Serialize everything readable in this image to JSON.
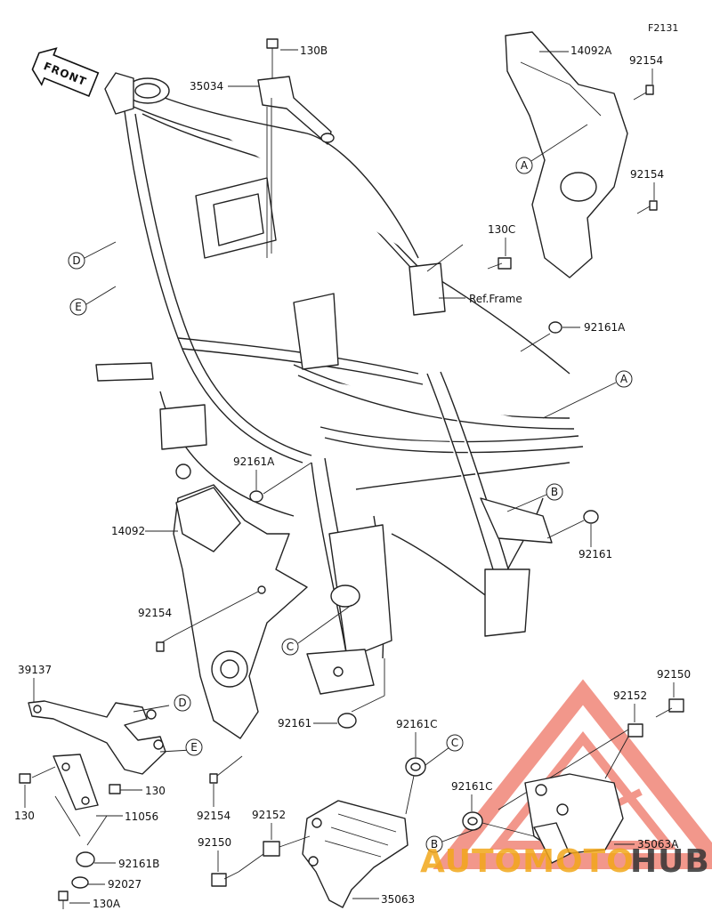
{
  "figure_code": "F2131",
  "front_arrow_label": "FRONT",
  "ref_frame_label": "Ref.Frame",
  "part_labels": [
    {
      "id": "130B",
      "text": "130B"
    },
    {
      "id": "35034",
      "text": "35034"
    },
    {
      "id": "14092A",
      "text": "14092A"
    },
    {
      "id": "92154-a",
      "text": "92154"
    },
    {
      "id": "92154-b",
      "text": "92154"
    },
    {
      "id": "130C",
      "text": "130C"
    },
    {
      "id": "92161A-a",
      "text": "92161A"
    },
    {
      "id": "92161A-b",
      "text": "92161A"
    },
    {
      "id": "14092",
      "text": "14092"
    },
    {
      "id": "92161-a",
      "text": "92161"
    },
    {
      "id": "92154-c",
      "text": "92154"
    },
    {
      "id": "39137",
      "text": "39137"
    },
    {
      "id": "92161-b",
      "text": "92161"
    },
    {
      "id": "92161C-a",
      "text": "92161C"
    },
    {
      "id": "92150-a",
      "text": "92150"
    },
    {
      "id": "92152-a",
      "text": "92152"
    },
    {
      "id": "130-a",
      "text": "130"
    },
    {
      "id": "130-b",
      "text": "130"
    },
    {
      "id": "11056",
      "text": "11056"
    },
    {
      "id": "92154-d",
      "text": "92154"
    },
    {
      "id": "92152-b",
      "text": "92152"
    },
    {
      "id": "92161C-b",
      "text": "92161C"
    },
    {
      "id": "35063A",
      "text": "35063A"
    },
    {
      "id": "92161B",
      "text": "92161B"
    },
    {
      "id": "92027",
      "text": "92027"
    },
    {
      "id": "92150-b",
      "text": "92150"
    },
    {
      "id": "130A",
      "text": "130A"
    },
    {
      "id": "35063",
      "text": "35063"
    }
  ],
  "callouts": [
    {
      "id": "A1",
      "letter": "A"
    },
    {
      "id": "A2",
      "letter": "A"
    },
    {
      "id": "B1",
      "letter": "B"
    },
    {
      "id": "B2",
      "letter": "B"
    },
    {
      "id": "C1",
      "letter": "C"
    },
    {
      "id": "C2",
      "letter": "C"
    },
    {
      "id": "D1",
      "letter": "D"
    },
    {
      "id": "D2",
      "letter": "D"
    },
    {
      "id": "E1",
      "letter": "E"
    },
    {
      "id": "E2",
      "letter": "E"
    }
  ],
  "watermark": {
    "part1": "AUTOMOTO",
    "part2": "HUB",
    "color1": "#e8432e",
    "color2": "#f2a71b",
    "color3": "#222222"
  }
}
